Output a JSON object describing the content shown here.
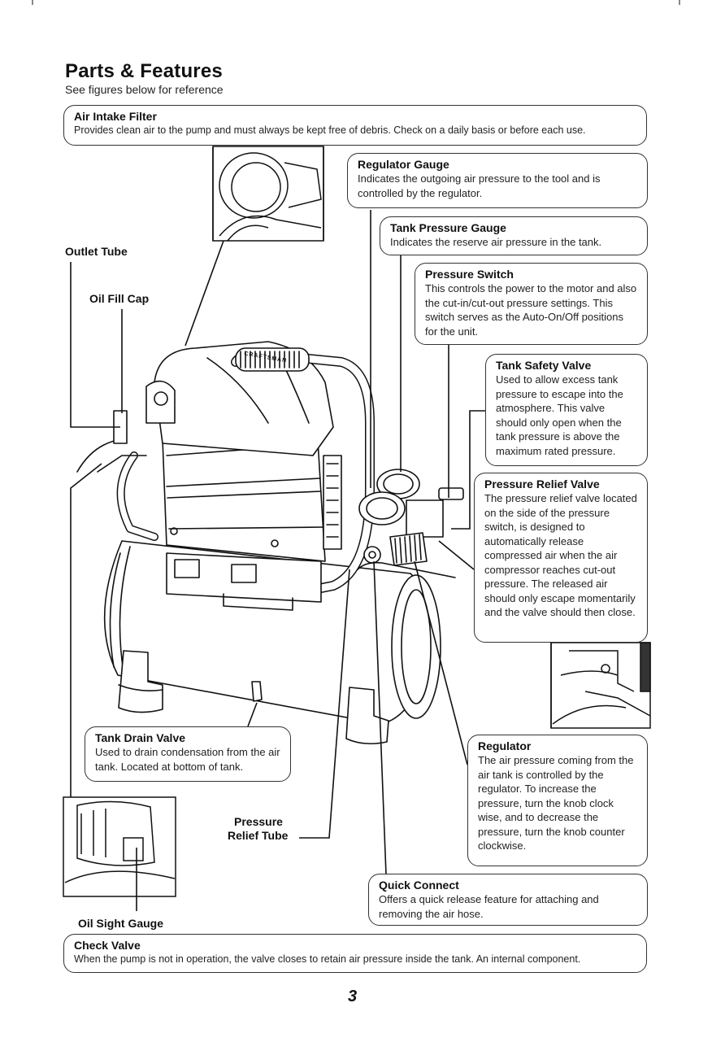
{
  "page": {
    "title": "Parts & Features",
    "subtitle": "See figures below for reference",
    "page_number": "3"
  },
  "callouts": {
    "air_intake_filter": {
      "heading": "Air Intake Filter",
      "desc": "Provides clean air to the pump and must always be kept free of debris. Check on a daily basis or before each use."
    },
    "regulator_gauge": {
      "heading": "Regulator Gauge",
      "desc": "Indicates the outgoing air pressure to the tool and is controlled by the regulator."
    },
    "tank_pressure_gauge": {
      "heading": "Tank Pressure Gauge",
      "desc": "Indicates the reserve air pressure in the tank."
    },
    "pressure_switch": {
      "heading": "Pressure Switch",
      "desc": "This controls the power to the motor and also the cut-in/cut-out pressure settings. This switch serves as the Auto-On/Off positions for the unit."
    },
    "tank_safety_valve": {
      "heading": "Tank Safety Valve",
      "desc": "Used to allow excess tank pressure to escape into the atmosphere. This valve should only open when the tank pressure is above the maximum rated pressure."
    },
    "pressure_relief_valve": {
      "heading": "Pressure Relief Valve",
      "desc": "The pressure relief valve located on the side of the pressure switch, is designed to automatically release compressed air when the air compressor reaches cut-out pressure. The released air should only escape momentarily and the valve should then close."
    },
    "tank_drain_valve": {
      "heading": "Tank Drain Valve",
      "desc": "Used to drain condensation from the air tank. Located at bottom of tank."
    },
    "regulator": {
      "heading": "Regulator",
      "desc": "The air pressure coming from the air tank is controlled by the regulator. To increase the pressure, turn the knob clock wise, and to decrease the pressure, turn the knob counter clockwise."
    },
    "quick_connect": {
      "heading": "Quick Connect",
      "desc": "Offers a quick release feature for attaching and removing the air hose."
    },
    "check_valve": {
      "heading": "Check Valve",
      "desc": "When the pump is not in operation, the valve closes to retain air pressure inside the tank. An internal component."
    }
  },
  "labels": {
    "outlet_tube": "Outlet Tube",
    "oil_fill_cap": "Oil Fill Cap",
    "pressure_relief_tube_1": "Pressure",
    "pressure_relief_tube_2": "Relief Tube",
    "oil_sight_gauge": "Oil Sight Gauge",
    "brand_badge": "CRAFTSMAN"
  }
}
